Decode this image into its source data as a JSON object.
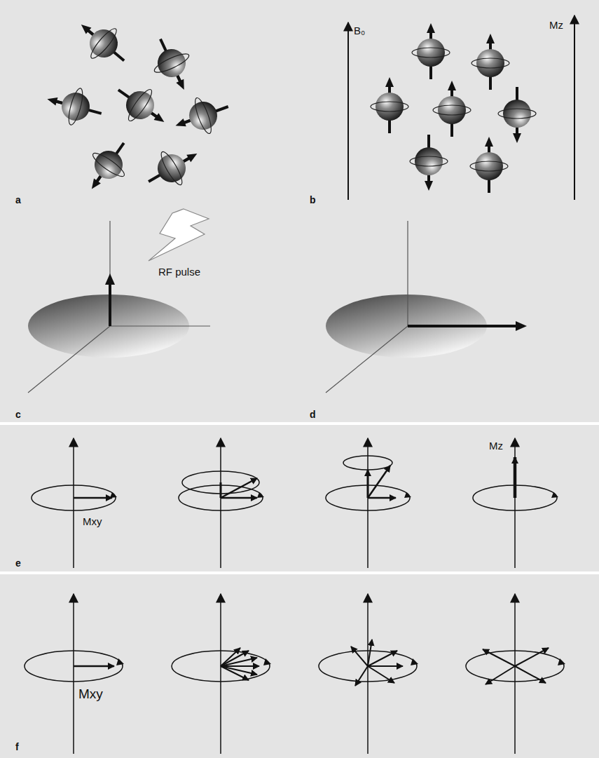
{
  "diagram": {
    "labels": [
      "a",
      "B₀",
      "Mz",
      "b",
      "RF pulse",
      "c",
      "d",
      "Mxy",
      "Mz",
      "e",
      "Mxy",
      "f"
    ]
  }
}
